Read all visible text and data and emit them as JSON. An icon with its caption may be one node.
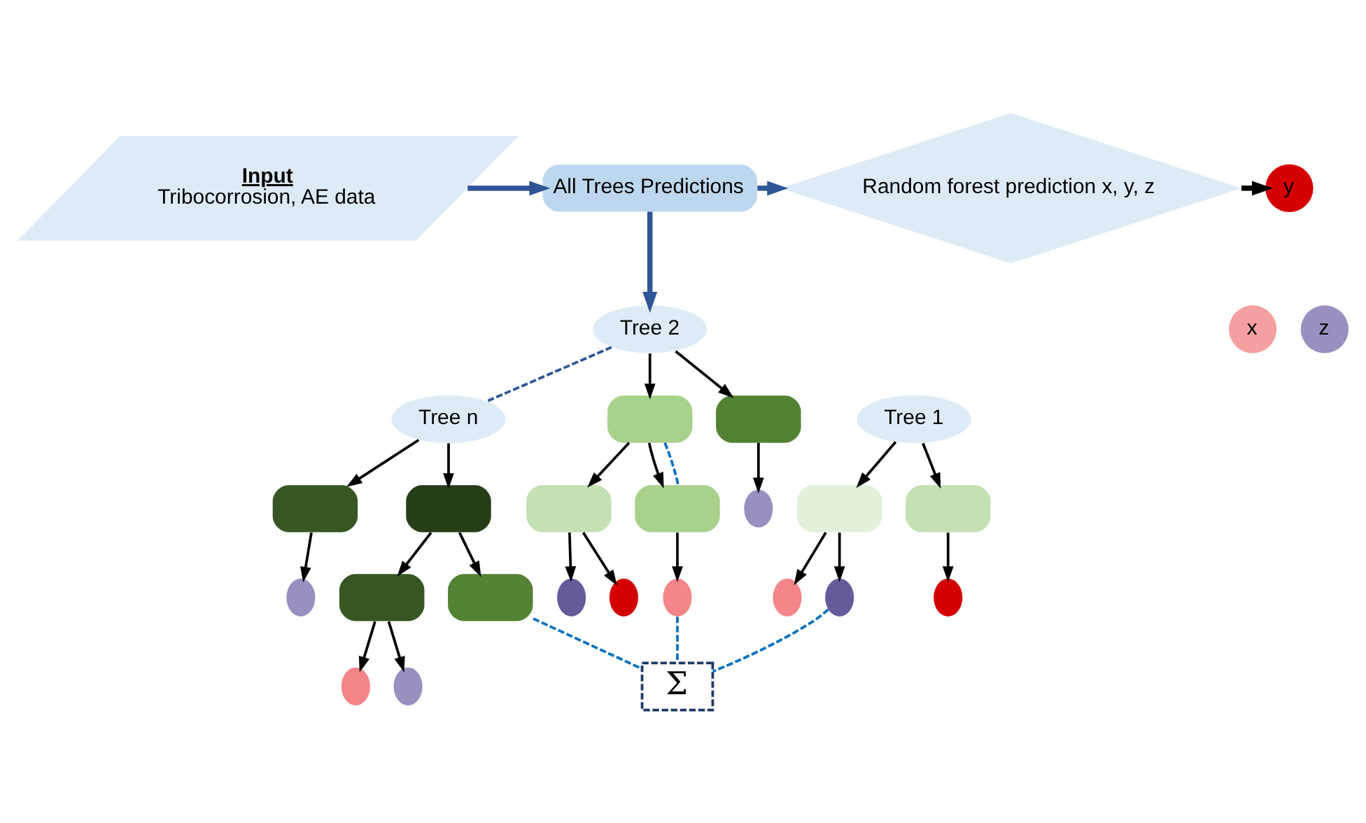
{
  "diagram": {
    "nodes": [
      {
        "text": [
          "Input",
          "Tribocorrosion, AE data"
        ]
      },
      {
        "text": [
          "All Trees Predictions"
        ]
      },
      {
        "text": [
          "Random forest prediction x, y, z"
        ]
      },
      {
        "text": [
          "x"
        ]
      },
      {
        "text": [
          "y"
        ]
      },
      {
        "text": [
          "z"
        ]
      },
      {
        "text": [
          "Tree 1"
        ]
      },
      {
        "text": [
          "Tree 2"
        ]
      },
      {
        "text": [
          "Tree n"
        ]
      },
      {
        "text": [],
        "shape": "box"
      },
      {
        "text": [],
        "shape": "box"
      },
      {
        "text": [],
        "shape": "box"
      },
      {
        "text": [],
        "shape": "box"
      },
      {
        "text": [],
        "shape": "box"
      },
      {
        "text": [],
        "shape": "box"
      },
      {
        "text": [],
        "shape": "circle"
      },
      {
        "text": [],
        "shape": "circle"
      },
      {
        "text": [],
        "shape": "circle"
      },
      {
        "text": [],
        "shape": "circle"
      },
      {
        "text": [],
        "shape": "circle"
      },
      {
        "text": [],
        "shape": "box"
      },
      {
        "text": [],
        "shape": "box"
      },
      {
        "text": [],
        "shape": "box"
      },
      {
        "text": [],
        "shape": "box"
      },
      {
        "text": [],
        "shape": "circle"
      },
      {
        "text": [],
        "shape": "circle"
      },
      {
        "text": [],
        "shape": "circle"
      },
      {
        "text": [],
        "shape": "circle"
      },
      {
        "text": [],
        "shape": "circle"
      },
      {
        "text": [
          "Σ"
        ]
      }
    ],
    "edges": [
      {
        "from": 0,
        "to": 1,
        "arrow": "to",
        "style": "thick",
        "color": "#2f5597"
      },
      {
        "from": 1,
        "to": 2,
        "arrow": "to",
        "style": "thick",
        "color": "#2f5597"
      },
      {
        "from": 2,
        "to": 4,
        "arrow": "to",
        "style": "thick"
      },
      {
        "from": 1,
        "to": 7,
        "arrow": "to",
        "style": "thick",
        "color": "#2f5597"
      },
      {
        "from": 7,
        "to": 8,
        "arrow": "none",
        "style": "dashed",
        "color": "#2f5597"
      },
      {
        "from": 6,
        "to": 9,
        "arrow": "to"
      },
      {
        "from": 6,
        "to": 10,
        "arrow": "to"
      },
      {
        "from": 7,
        "to": 11,
        "arrow": "to"
      },
      {
        "from": 7,
        "to": 12,
        "arrow": "to"
      },
      {
        "from": 8,
        "to": 13,
        "arrow": "to"
      },
      {
        "from": 8,
        "to": 14,
        "arrow": "to"
      },
      {
        "from": 10,
        "to": 15,
        "arrow": "to"
      },
      {
        "from": 12,
        "to": 16,
        "arrow": "to"
      },
      {
        "from": 13,
        "to": 17,
        "arrow": "to"
      },
      {
        "from": 9,
        "to": 18,
        "arrow": "to"
      },
      {
        "from": 9,
        "to": 19,
        "arrow": "to"
      },
      {
        "from": 11,
        "to": 20,
        "arrow": "to"
      },
      {
        "from": 11,
        "to": 21,
        "arrow": "to"
      },
      {
        "from": 14,
        "to": 22,
        "arrow": "to"
      },
      {
        "from": 14,
        "to": 23,
        "arrow": "to"
      },
      {
        "from": 20,
        "to": 24,
        "arrow": "to"
      },
      {
        "from": 20,
        "to": 25,
        "arrow": "to"
      },
      {
        "from": 21,
        "to": 26,
        "arrow": "to"
      },
      {
        "from": 23,
        "to": 27,
        "arrow": "to"
      },
      {
        "from": 23,
        "to": 28,
        "arrow": "to"
      },
      {
        "from": 11,
        "to": 21,
        "arrow": "none",
        "style": "dashed",
        "color": "#0070c0"
      },
      {
        "from": 19,
        "to": 29,
        "arrow": "none",
        "style": "dashed",
        "color": "#0070c0"
      },
      {
        "from": 26,
        "to": 29,
        "arrow": "none",
        "style": "dashed",
        "color": "#0070c0"
      },
      {
        "from": 22,
        "to": 29,
        "arrow": "none",
        "style": "dashed",
        "color": "#0070c0"
      }
    ]
  }
}
